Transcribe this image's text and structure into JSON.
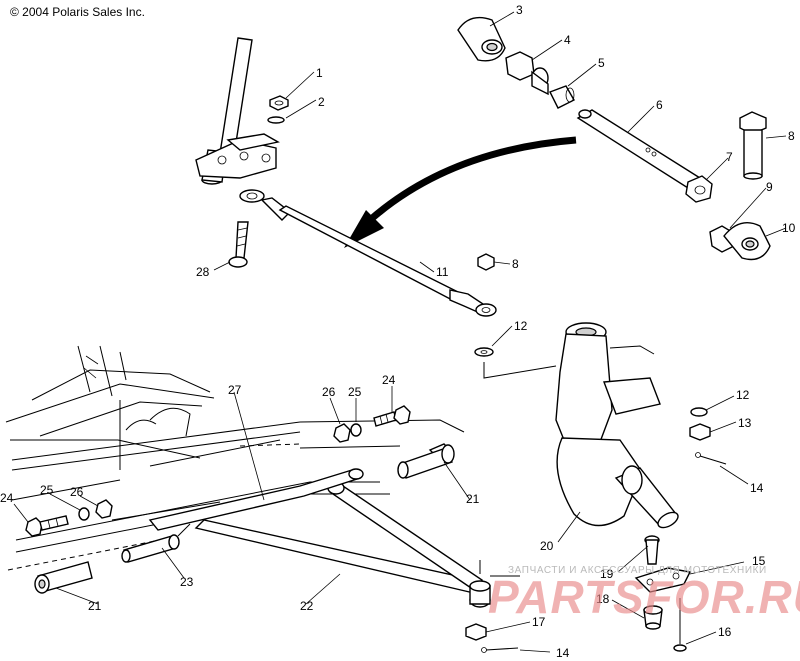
{
  "copyright": "© 2004 Polaris Sales Inc.",
  "watermark": {
    "text_small": "ЗАПЧАСТИ И АКСЕССУАРЫ ДЛЯ МОТОТЕХНИКИ",
    "text_big": "PARTSFOR.RU"
  },
  "colors": {
    "line": "#000000",
    "background": "#ffffff",
    "watermark_big": "#e98a8a",
    "watermark_small": "#b9b9b9"
  },
  "callouts": [
    "1",
    "2",
    "3",
    "4",
    "5",
    "6",
    "7",
    "8",
    "9",
    "10",
    "11",
    "8",
    "28",
    "12",
    "12",
    "13",
    "14",
    "27",
    "26",
    "25",
    "24",
    "24",
    "25",
    "26",
    "21",
    "20",
    "19",
    "15",
    "23",
    "22",
    "21",
    "18",
    "17",
    "16",
    "14"
  ]
}
